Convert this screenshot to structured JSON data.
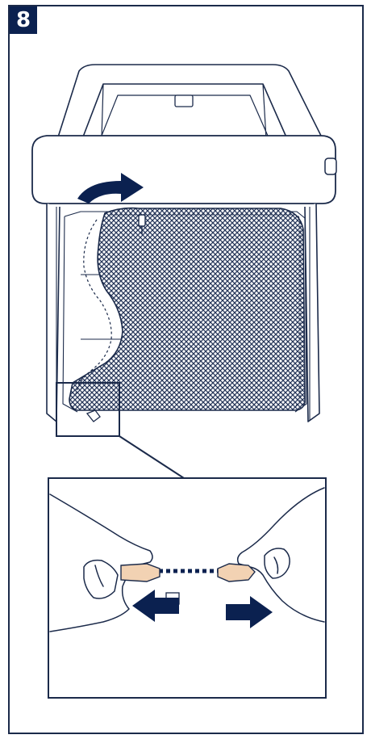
{
  "step": {
    "number": "8"
  },
  "colors": {
    "badge_bg": "#0b2150",
    "line": "#1b2a4a",
    "mesh": "#27375a",
    "arrow": "#0b2150",
    "buckle": "#f2d2b3"
  },
  "illustration": {
    "main_view": "playpen-with-mesh-side-being-unzipped",
    "detail_view": "hands-unclipping-buckle"
  }
}
